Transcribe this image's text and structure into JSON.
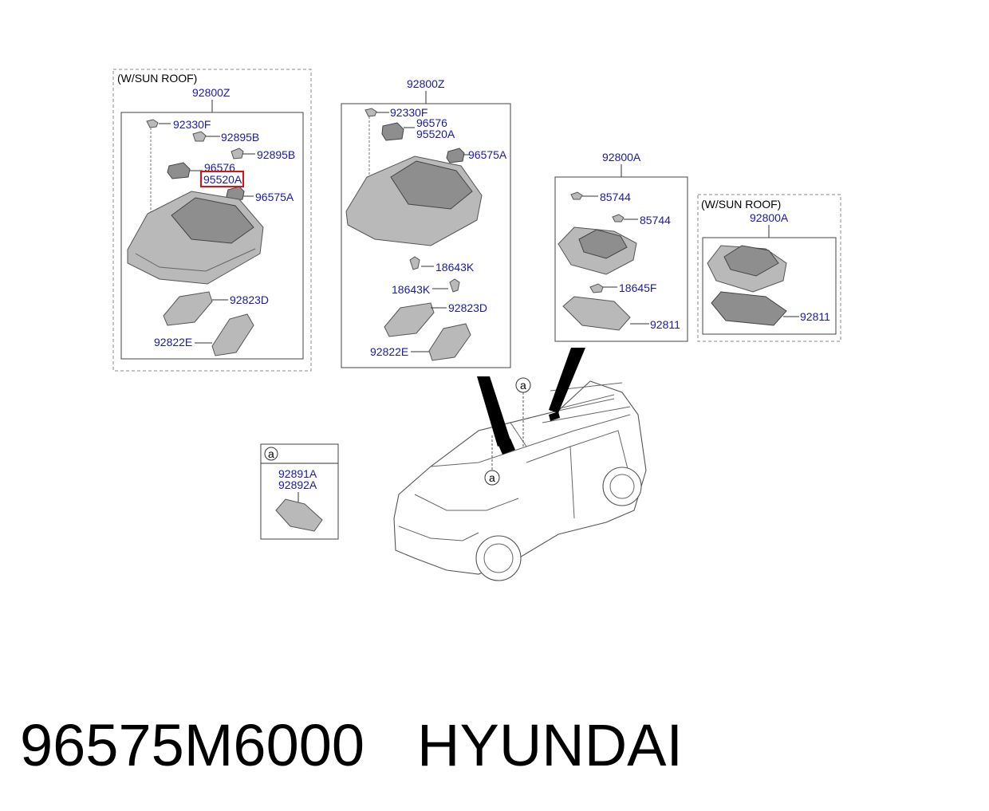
{
  "footer": {
    "part_number": "96575M6000",
    "brand": "HYUNDAI"
  },
  "group_left": {
    "header": "(W/SUN ROOF)",
    "assembly": "92800Z",
    "labels": [
      "92330F",
      "92895B",
      "92895B",
      "96576",
      "95520A",
      "96575A",
      "92823D",
      "92822E"
    ],
    "highlighted_label": "95520A"
  },
  "group_center": {
    "assembly": "92800Z",
    "labels": [
      "92330F",
      "96576",
      "95520A",
      "96575A",
      "18643K",
      "18643K",
      "92823D",
      "92822E"
    ]
  },
  "group_right": {
    "assembly": "92800A",
    "labels": [
      "85744",
      "85744",
      "18645F",
      "92811"
    ]
  },
  "group_far_right": {
    "header": "(W/SUN ROOF)",
    "assembly": "92800A",
    "labels": [
      "92811"
    ]
  },
  "detail_a": {
    "key": "a",
    "labels": [
      "92891A",
      "92892A"
    ]
  },
  "vehicle": {
    "callouts": [
      "a",
      "a"
    ]
  },
  "colors": {
    "label": "#1a1aa6",
    "highlight_border": "#e01010"
  }
}
